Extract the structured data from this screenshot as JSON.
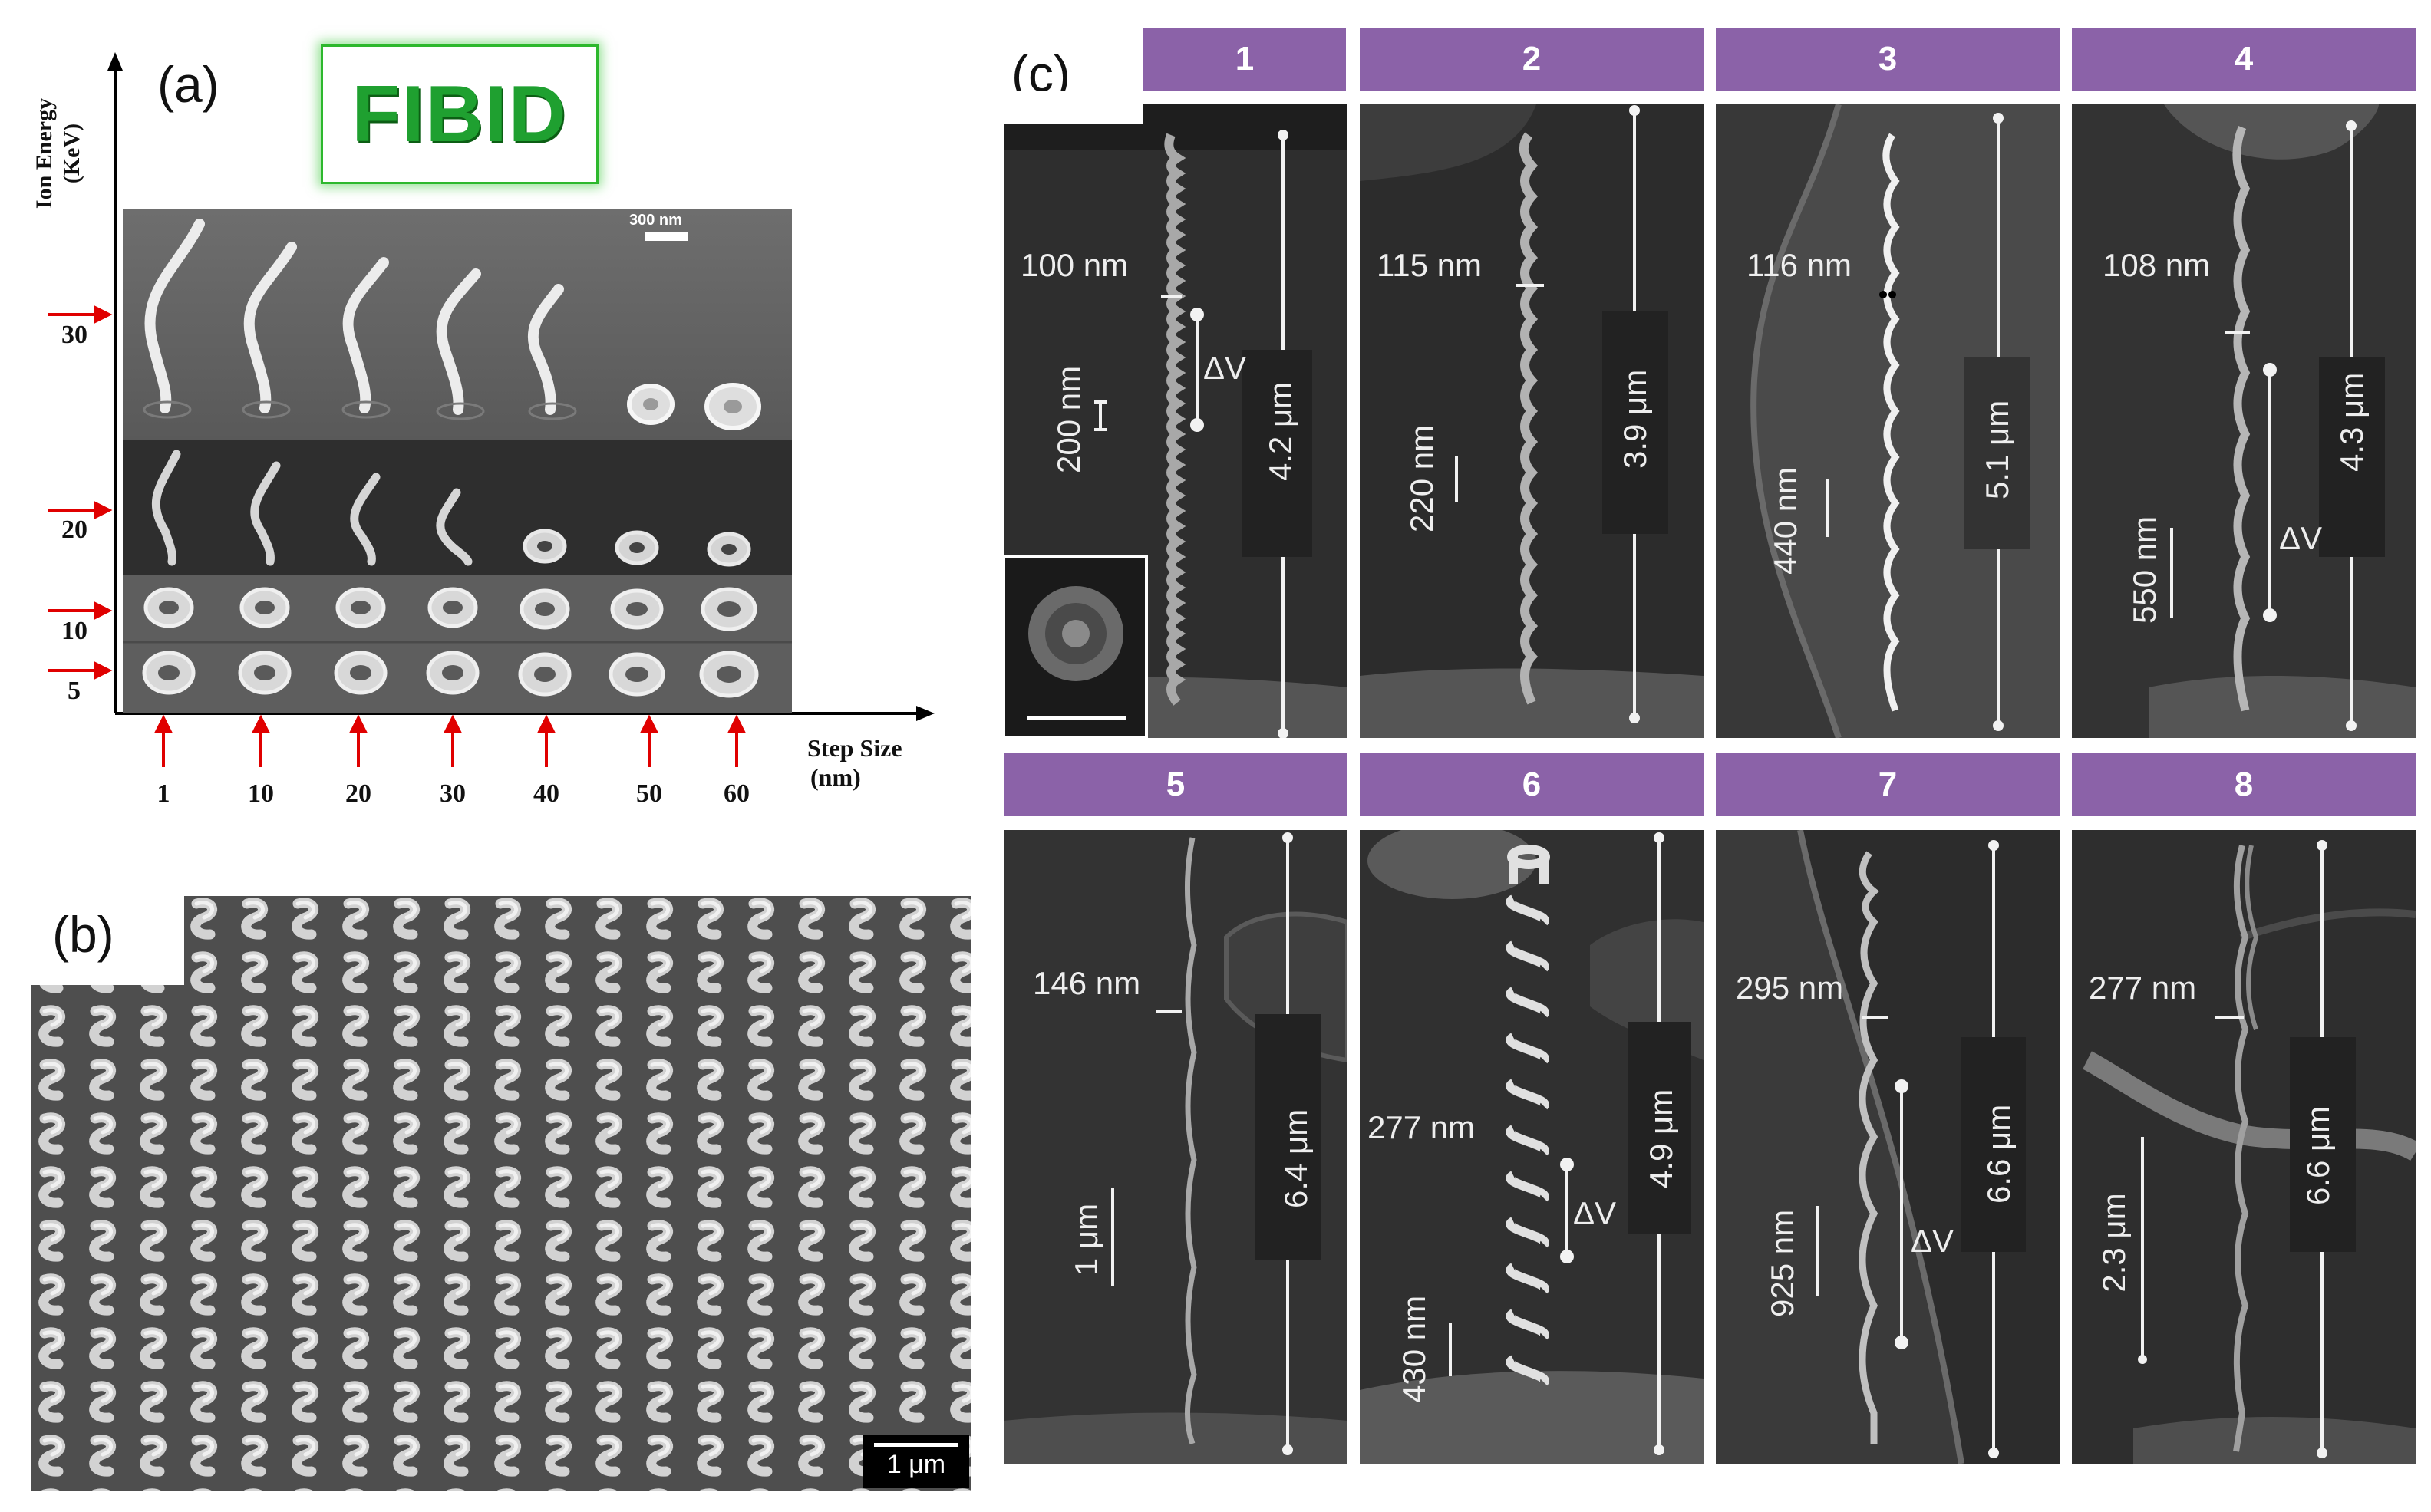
{
  "panel_a": {
    "label": "(a)",
    "badge": "FIBID",
    "y_axis_title_line1": "Ion Energy",
    "y_axis_title_line2": "(KeV)",
    "x_axis_title_line1": "Step Size",
    "x_axis_title_line2": "(nm)",
    "scale_bar": "300 nm",
    "energies": [
      "30",
      "20",
      "10",
      "5"
    ],
    "step_sizes": [
      "1",
      "10",
      "20",
      "30",
      "40",
      "50",
      "60"
    ]
  },
  "panel_b": {
    "label": "(b)",
    "scale_bar": "1 μm"
  },
  "panel_c": {
    "label": "(c)",
    "delta_v": "ΔV",
    "cells": [
      {
        "num": "1",
        "width": "100 nm",
        "pitch": "200 nm",
        "length": "4.2 μm"
      },
      {
        "num": "2",
        "width": "115 nm",
        "pitch": "220 nm",
        "length": "3.9 μm"
      },
      {
        "num": "3",
        "width": "116 nm",
        "pitch": "440 nm",
        "length": "5.1 μm"
      },
      {
        "num": "4",
        "width": "108 nm",
        "pitch": "550 nm",
        "length": "4.3 μm"
      },
      {
        "num": "5",
        "width": "146 nm",
        "pitch": "1 μm",
        "length": "6.4 μm"
      },
      {
        "num": "6",
        "width": "277 nm",
        "pitch": "430 nm",
        "length": "4.9 μm"
      },
      {
        "num": "7",
        "width": "295 nm",
        "pitch": "925 nm",
        "length": "6.6 μm"
      },
      {
        "num": "8",
        "width": "277 nm",
        "pitch": "2.3 μm",
        "length": "6.6 μm"
      }
    ]
  }
}
